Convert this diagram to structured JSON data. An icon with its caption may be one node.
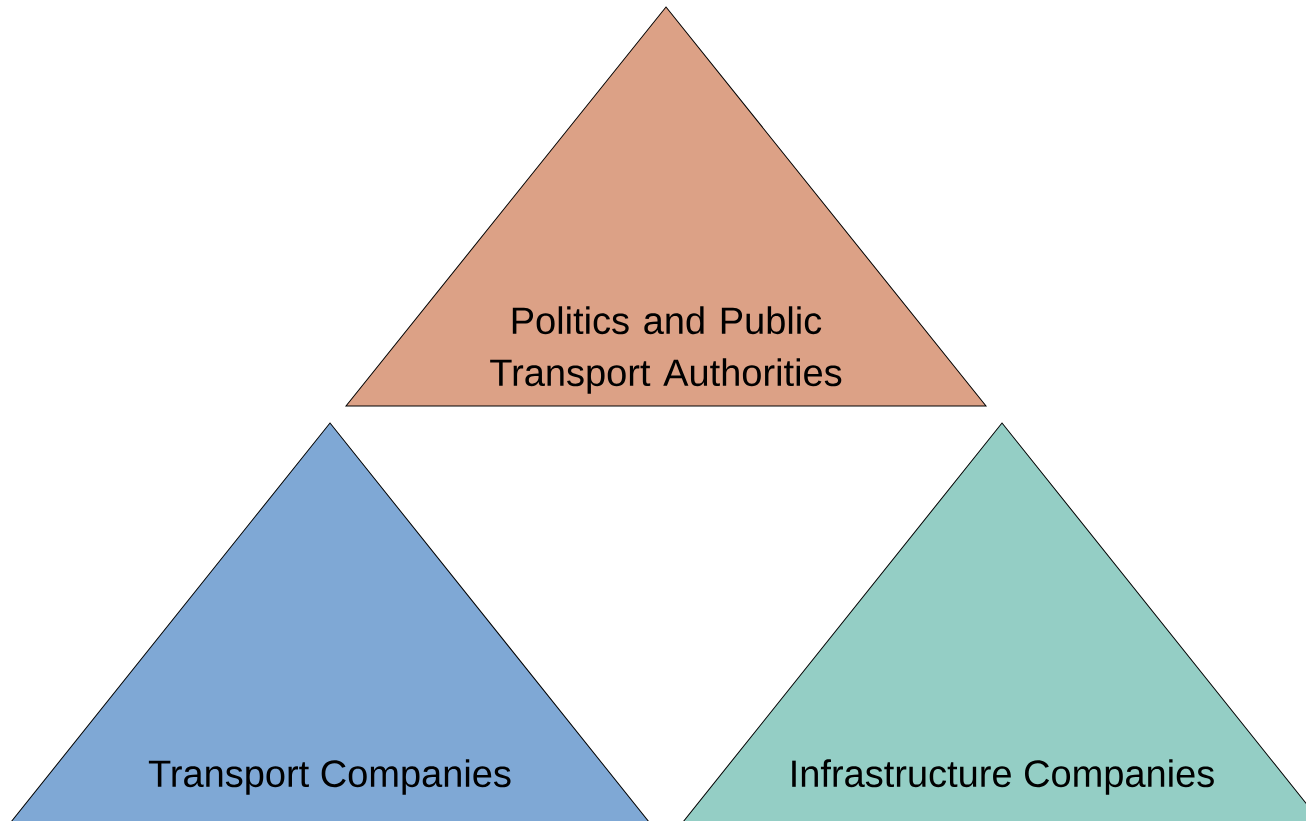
{
  "diagram": {
    "nodes": [
      {
        "text": [
          "Politics and Public Transport Authorities"
        ]
      },
      {
        "text": [
          "Transport Companies"
        ]
      },
      {
        "text": [
          "Infrastructure Companies"
        ]
      }
    ]
  }
}
